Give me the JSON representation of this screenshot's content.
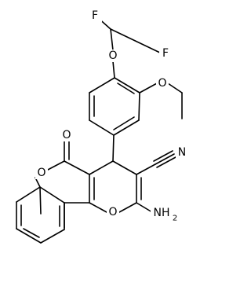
{
  "molecule": {
    "atoms": {
      "f1": "F",
      "f2": "F",
      "o_ether1": "O",
      "o_ether2": "O",
      "o_carbonyl": "O",
      "o_lactone": "O",
      "o_pyran": "O",
      "n_nitrile": "N",
      "n_amino": "NH",
      "h_amino_sub": "2"
    }
  }
}
